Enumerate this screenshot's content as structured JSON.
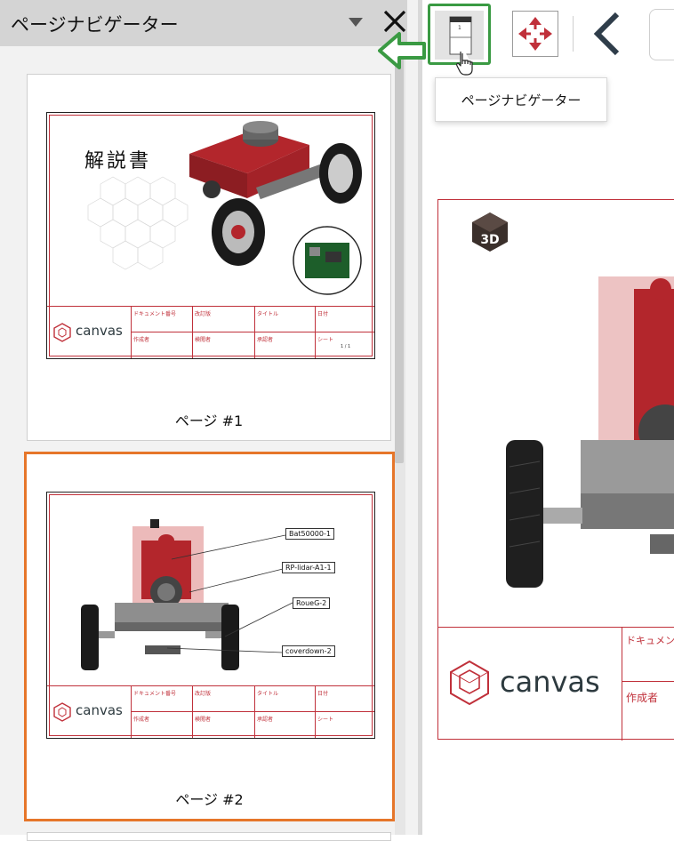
{
  "panel": {
    "title": "ページナビゲーター",
    "dropdown_icon": "chevron-down-icon",
    "close_icon": "close-icon",
    "pages": [
      {
        "label": "ページ #1",
        "sheet_title": "解説書",
        "logo_text": "canvas",
        "title_block": {
          "doc_number": "ドキュメント番号",
          "revision": "改訂版",
          "title": "タイトル",
          "date": "日付",
          "author": "作成者",
          "reviewer": "検閲者",
          "approver": "承認者",
          "sheet": "シート",
          "sheet_number": "1 / 1"
        }
      },
      {
        "label": "ページ #2",
        "logo_text": "canvas",
        "callouts": [
          "Bat50000-1",
          "RP-lidar-A1-1",
          "RoueG-2",
          "coverdown-2"
        ],
        "title_block": {
          "doc_number": "ドキュメント番号",
          "revision": "改訂版",
          "title": "タイトル",
          "date": "日付",
          "author": "作成者",
          "reviewer": "検閲者",
          "approver": "承認者",
          "sheet": "シート"
        }
      }
    ]
  },
  "toolbar": {
    "page_navigator_tooltip": "ページナビゲーター",
    "page_navigator_icon": "page-navigator-icon",
    "fit_icon": "fit-view-icon",
    "back_icon": "chevron-left-icon",
    "nav_button_page_number": "1"
  },
  "main_view": {
    "badge": "3D",
    "logo_text": "canvas",
    "title_block": {
      "doc_number": "ドキュメン",
      "author": "作成者"
    }
  },
  "colors": {
    "accent_orange": "#e6762a",
    "highlight_green": "#3a9a43",
    "drawing_red": "#c0303a",
    "robot_red": "#b3262c"
  }
}
